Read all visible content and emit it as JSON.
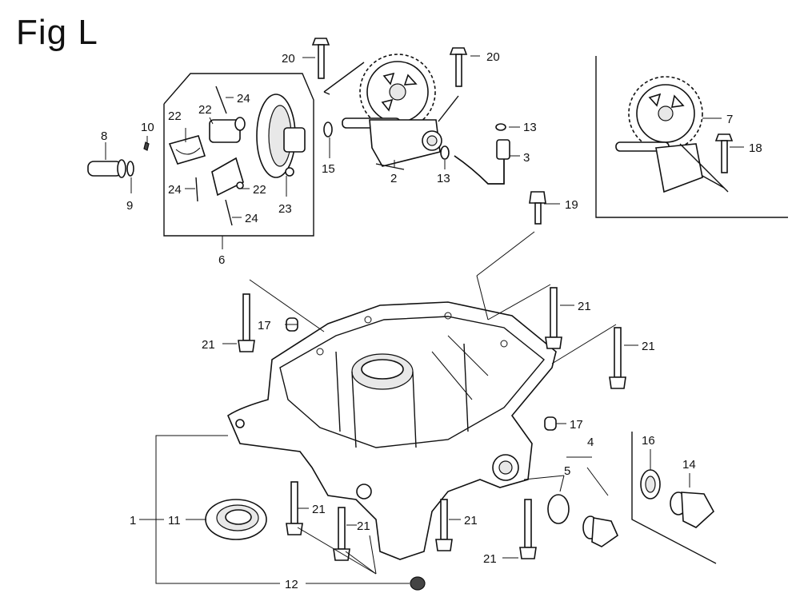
{
  "title": "Fig L",
  "callouts": [
    {
      "id": "c20a",
      "label": "20"
    },
    {
      "id": "c20b",
      "label": "20"
    },
    {
      "id": "c24a",
      "label": "24"
    },
    {
      "id": "c22a",
      "label": "22"
    },
    {
      "id": "c22b",
      "label": "22"
    },
    {
      "id": "c10",
      "label": "10"
    },
    {
      "id": "c8",
      "label": "8"
    },
    {
      "id": "c9",
      "label": "9"
    },
    {
      "id": "c24b",
      "label": "24"
    },
    {
      "id": "c22c",
      "label": "22"
    },
    {
      "id": "c24c",
      "label": "24"
    },
    {
      "id": "c23",
      "label": "23"
    },
    {
      "id": "c15",
      "label": "15"
    },
    {
      "id": "c6",
      "label": "6"
    },
    {
      "id": "c2",
      "label": "2"
    },
    {
      "id": "c13a",
      "label": "13"
    },
    {
      "id": "c13b",
      "label": "13"
    },
    {
      "id": "c3",
      "label": "3"
    },
    {
      "id": "c7",
      "label": "7"
    },
    {
      "id": "c18",
      "label": "18"
    },
    {
      "id": "c19",
      "label": "19"
    },
    {
      "id": "c21a",
      "label": "21"
    },
    {
      "id": "c17a",
      "label": "17"
    },
    {
      "id": "c21b",
      "label": "21"
    },
    {
      "id": "c21c",
      "label": "21"
    },
    {
      "id": "c17b",
      "label": "17"
    },
    {
      "id": "c4",
      "label": "4"
    },
    {
      "id": "c5",
      "label": "5"
    },
    {
      "id": "c16",
      "label": "16"
    },
    {
      "id": "c14",
      "label": "14"
    },
    {
      "id": "c1",
      "label": "1"
    },
    {
      "id": "c11",
      "label": "11"
    },
    {
      "id": "c21d",
      "label": "21"
    },
    {
      "id": "c21e",
      "label": "21"
    },
    {
      "id": "c21f",
      "label": "21"
    },
    {
      "id": "c21g",
      "label": "21"
    },
    {
      "id": "c12",
      "label": "12"
    }
  ]
}
